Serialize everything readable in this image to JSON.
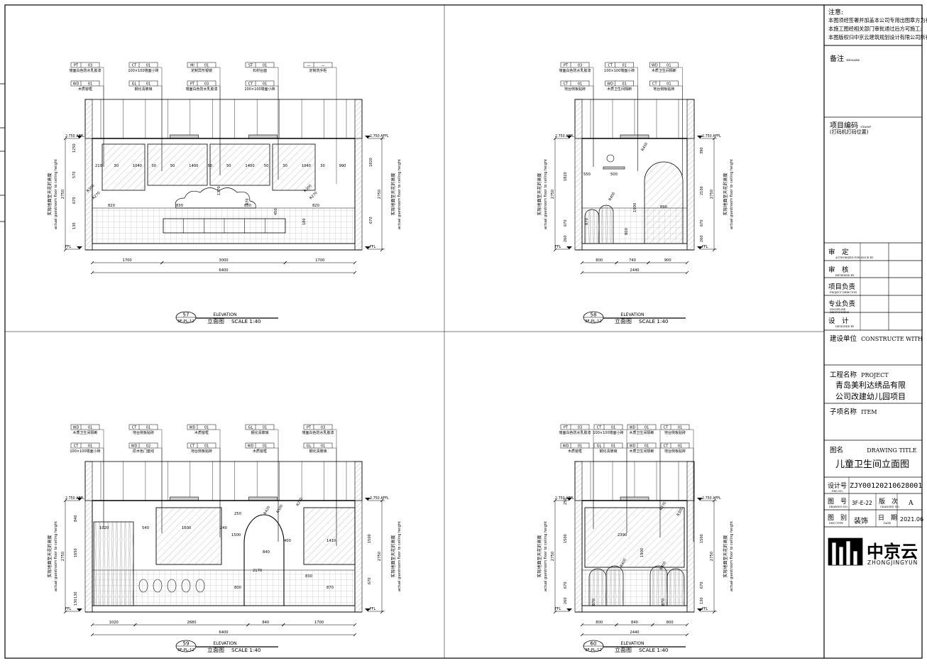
{
  "views": [
    {
      "id": "57",
      "ref": "3F-PL-12",
      "heading": "ELEVATION",
      "caption": "立面图",
      "scale": "SCALE 1:40",
      "tags": [
        {
          "code": "PT",
          "num": "03",
          "desc": "墙面白色防水乳胶漆"
        },
        {
          "code": "CT",
          "num": "01",
          "desc": "100×100墙面小砖"
        },
        {
          "code": "MI",
          "num": "01",
          "desc": "定制异形银镜"
        },
        {
          "code": "ST",
          "num": "01",
          "desc": "石材台面"
        },
        {
          "code": "—",
          "num": "—",
          "desc": "定制洗手柜"
        },
        {
          "code": "WD",
          "num": "01",
          "desc": "木质窗框"
        },
        {
          "code": "GL",
          "num": "01",
          "desc": "钢化清玻璃"
        },
        {
          "code": "PT",
          "num": "03",
          "desc": "墙面白色防水乳胶漆"
        },
        {
          "code": "CT",
          "num": "01",
          "desc": "100×100墙面小砖"
        }
      ],
      "top_dims": [
        "210",
        "30",
        "1040",
        "30",
        "50",
        "1400",
        "50",
        "50",
        "1400",
        "50",
        "30",
        "1040",
        "30",
        "990"
      ],
      "mid_dims": [
        "820",
        "830",
        "830",
        "820"
      ],
      "radii": [
        "R300",
        "R270",
        "R300",
        "R270"
      ],
      "vert_dims": [
        "1250",
        "570",
        "670",
        "130",
        "1370",
        "870",
        "450",
        "180"
      ],
      "height_left": "2750",
      "height_right": "2750",
      "right_dims": [
        "1820",
        "670"
      ],
      "level_top": "2.750 AFFL",
      "level_bottom": "FFL",
      "bottom_dims": [
        "1700",
        "3000",
        "1700"
      ],
      "total": "6400",
      "side_label_cn": "实际地面至天花的高度",
      "side_label_en": "actual guestroom floor to ceiling height"
    },
    {
      "id": "58",
      "ref": "3F-PL-12",
      "heading": "ELEVATION",
      "caption": "立面图",
      "scale": "SCALE 1:40",
      "tags": [
        {
          "code": "PT",
          "num": "03",
          "desc": "墙面白色防水乳胶漆"
        },
        {
          "code": "CT",
          "num": "01",
          "desc": "100×100墙面小砖"
        },
        {
          "code": "WD",
          "num": "01",
          "desc": "木质卫生间隔断"
        },
        {
          "code": "CT",
          "num": "01",
          "desc": "地台侧板贴砖"
        },
        {
          "code": "WD",
          "num": "01",
          "desc": "木质卫生间隔断"
        },
        {
          "code": "CT",
          "num": "01",
          "desc": "地台侧板贴砖"
        }
      ],
      "inner_dims": [
        "550",
        "500",
        "890",
        "1900",
        "870",
        "800"
      ],
      "radii": [
        "R450",
        "R400"
      ],
      "vert_dims": [
        "390",
        "2100",
        "670",
        "260"
      ],
      "height_left": "2750",
      "height_right": "2750",
      "left_dims": [
        "1820",
        "670",
        "260"
      ],
      "level_top": "2.750 AFFL",
      "level_bottom": "FFL",
      "bottom_dims": [
        "800",
        "740",
        "900"
      ],
      "total": "2440",
      "side_label_cn": "实际地面至天花的高度",
      "side_label_en": "actual guestroom floor to ceiling height"
    },
    {
      "id": "59",
      "ref": "3F-PL-12",
      "heading": "ELEVATION",
      "caption": "立面图",
      "scale": "SCALE 1:40",
      "tags": [
        {
          "code": "WD",
          "num": "01",
          "desc": "木质卫生间隔断"
        },
        {
          "code": "CT",
          "num": "01",
          "desc": "地台侧板贴砖"
        },
        {
          "code": "WD",
          "num": "01",
          "desc": "木质窗框"
        },
        {
          "code": "GL",
          "num": "01",
          "desc": "钢化清玻璃"
        },
        {
          "code": "PT",
          "num": "03",
          "desc": "墙面白色防水乳胶漆"
        },
        {
          "code": "CT",
          "num": "01",
          "desc": "100×100墙面小砖"
        },
        {
          "code": "WD",
          "num": "02",
          "desc": "原木色门套线"
        },
        {
          "code": "CT",
          "num": "01",
          "desc": "地台侧板贴砖"
        },
        {
          "code": "WD",
          "num": "01",
          "desc": "木质窗框"
        },
        {
          "code": "GL",
          "num": "01",
          "desc": "钢化清玻璃"
        }
      ],
      "inner_dims": [
        "1020",
        "540",
        "1600",
        "240",
        "250",
        "1500",
        "840",
        "2170",
        "400",
        "1410",
        "830",
        "870",
        "800"
      ],
      "radii": [
        "R420",
        "R500",
        "R270"
      ],
      "vert_dims": [
        "840",
        "1650",
        "130",
        "130",
        "1500",
        "670"
      ],
      "height_left": "2750",
      "height_right": "2750",
      "level_top": "2.750 AFFL",
      "level_bottom": "FFL",
      "bottom_dims": [
        "1020",
        "2680",
        "840",
        "1700"
      ],
      "total": "6400",
      "side_label_cn": "实际地面至天花的高度",
      "side_label_en": "actual guestroom floor to ceiling height"
    },
    {
      "id": "60",
      "ref": "3F-PL-12",
      "heading": "ELEVATION",
      "caption": "立面图",
      "scale": "SCALE 1:40",
      "tags": [
        {
          "code": "PT",
          "num": "03",
          "desc": "墙面白色防水乳胶漆"
        },
        {
          "code": "CT",
          "num": "01",
          "desc": "100×100墙面小砖"
        },
        {
          "code": "WD",
          "num": "01",
          "desc": "木质卫生间隔断"
        },
        {
          "code": "CT",
          "num": "01",
          "desc": "地台侧板贴砖"
        },
        {
          "code": "WD",
          "num": "01",
          "desc": "木质窗框"
        },
        {
          "code": "GL",
          "num": "01",
          "desc": "钢化清玻璃"
        },
        {
          "code": "WD",
          "num": "01",
          "desc": "木质卫生间隔断"
        },
        {
          "code": "CT",
          "num": "01",
          "desc": "地台侧板贴砖"
        }
      ],
      "inner_dims": [
        "2390",
        "1900",
        "870",
        "870"
      ],
      "radii": [
        "R270",
        "R300",
        "R400",
        "R400"
      ],
      "vert_dims": [
        "250",
        "1500",
        "670",
        "260",
        "1500",
        "670",
        "130"
      ],
      "height_left": "2750",
      "height_right": "2750",
      "level_top": "2.750 AFFL",
      "level_bottom": "FFL",
      "bottom_dims": [
        "800",
        "840",
        "800"
      ],
      "total": "2440",
      "side_label_cn": "实际地面至天花的高度",
      "side_label_en": "actual guestroom floor to ceiling height"
    }
  ],
  "title_block": {
    "notice_title": "注意:",
    "notice_lines": [
      "本图须经签署并加盖本公司专用出图章方为有效;",
      "本施工图经相关部门审批通过后方可施工;",
      "本图版权归中京云建筑规划设计有限公司所有。"
    ],
    "remarks": "备注",
    "remarks_en": "REMARK",
    "project_code": "项目编码",
    "project_code_en": "STAMP",
    "project_code_sub": "(打码机打码位置)",
    "approvals": [
      {
        "cn": "审　定",
        "en": "AUTHORIZED FOR ISSUE BY"
      },
      {
        "cn": "审　核",
        "en": "REVIEWED BY"
      },
      {
        "cn": "项目负责",
        "en": "PROJECT DIRECTOR"
      },
      {
        "cn": "专业负责",
        "en": "DISCIPLINE RESPONSIBLE"
      },
      {
        "cn": "设　计",
        "en": "DESIGNED BY"
      }
    ],
    "client_label": "建设单位",
    "client_en": "CONSTRUCTE WITH",
    "project_label": "工程名称",
    "project_en": "PROJECT",
    "project_name_1": "青岛美利达绣品有限",
    "project_name_2": "公司改建幼儿园项目",
    "item_label": "子项名称",
    "item_en": "ITEM",
    "drawing_label": "图名",
    "drawing_en": "DRAWING TITLE",
    "drawing_title": "儿童卫生间立面图",
    "design_no_label": "设计号",
    "design_no_en": "PRO NO.",
    "design_no": "ZJY00120210628001",
    "drawing_no_label": "图　号",
    "drawing_no_en": "DRAWING NO.",
    "drawing_no": "3F-E-22",
    "revision_label": "版　次",
    "revision_en": "CHANGED NO.",
    "revision": "A",
    "discipline_label": "图　别",
    "discipline_en": "DWG TYPE",
    "discipline": "装饰",
    "date_label": "日　期",
    "date_en": "DATE",
    "date": "2021.06",
    "logo_cn": "中京云",
    "logo_en": "ZHONGJINGYUN"
  }
}
